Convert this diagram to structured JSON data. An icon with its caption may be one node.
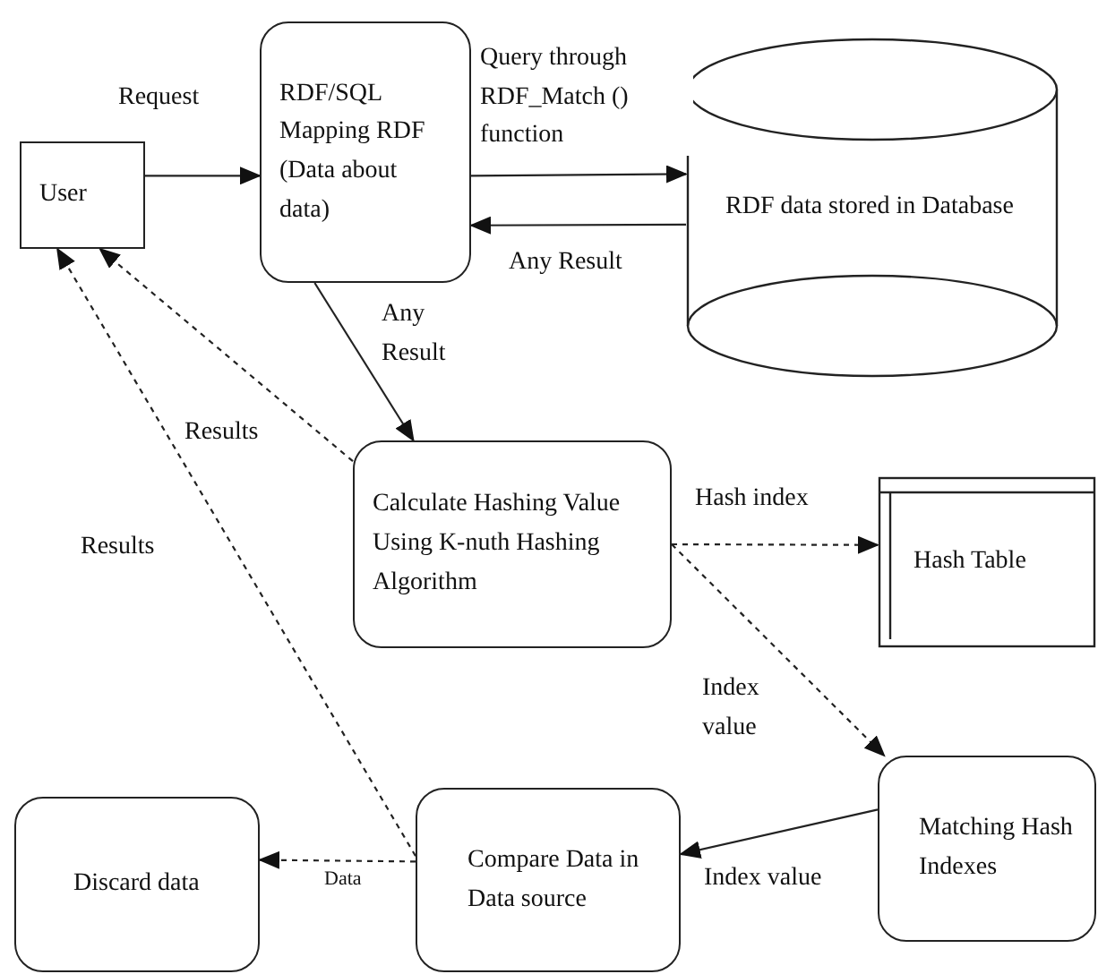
{
  "diagram": {
    "nodes": [
      {
        "text": [
          "User"
        ]
      },
      {
        "text": [
          "RDF/SQL Mapping RDF (Data about data)"
        ]
      },
      {
        "text": [
          "RDF data stored in Database"
        ]
      },
      {
        "text": [
          "Calculate Hashing Value Using K-nuth Hashing Algorithm"
        ]
      },
      {
        "text": [
          "Hash Table"
        ]
      },
      {
        "text": [
          "Matching Hash Indexes"
        ]
      },
      {
        "text": [
          "Compare Data in Data source"
        ]
      },
      {
        "text": [
          "Discard data"
        ]
      }
    ],
    "edges": [
      {
        "from": 0,
        "to": 1,
        "arrow": "to",
        "label": "Request"
      },
      {
        "from": 1,
        "to": 2,
        "arrow": "to",
        "label": "Query through RDF_Match () function"
      },
      {
        "from": 2,
        "to": 1,
        "arrow": "to",
        "label": "Any Result"
      },
      {
        "from": 1,
        "to": 3,
        "arrow": "to",
        "label": "Any Result"
      },
      {
        "from": 3,
        "to": 0,
        "arrow": "to",
        "label": "Results",
        "style": "dashed"
      },
      {
        "from": 3,
        "to": 4,
        "arrow": "to",
        "label": "Hash index",
        "style": "dashed"
      },
      {
        "from": 3,
        "to": 5,
        "arrow": "to",
        "label": "Index value",
        "style": "dashed"
      },
      {
        "from": 5,
        "to": 6,
        "arrow": "to",
        "label": "Index value"
      },
      {
        "from": 6,
        "to": 7,
        "arrow": "to",
        "label": "Data",
        "style": "dashed"
      },
      {
        "from": 6,
        "to": 0,
        "arrow": "to",
        "label": "Results",
        "style": "dashed"
      }
    ]
  }
}
